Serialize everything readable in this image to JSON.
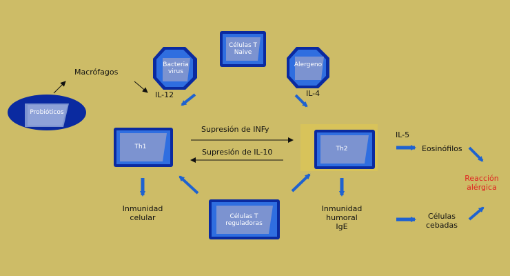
{
  "colors": {
    "background": "#cdbc67",
    "box_dark": "#0a2aa0",
    "box_mid": "#1f5fd8",
    "panel": "#7c93d0",
    "arrow": "#1e62d0",
    "highlight": "#d8c35a",
    "reaction": "#e02020"
  },
  "nodes": {
    "probioticos": "Probióticos",
    "bacteria": "Bacteria\nvirus",
    "celulas_naive": "Células T\nNaive",
    "alergeno": "Alergeno",
    "th1": "Th1",
    "th2": "Th2",
    "treg": "Células T\nreguladoras"
  },
  "labels": {
    "macrofagos": "Macrófagos",
    "il12": "IL-12",
    "il4": "IL-4",
    "il5": "IL-5",
    "supresion_infy": "Supresión de INFy",
    "supresion_il10": "Supresión de IL-10",
    "inmunidad_celular": "Inmunidad\ncelular",
    "inmunidad_humoral": "Inmunidad\nhumoral\nIgE",
    "eosinofilos": "Eosinófilos",
    "celulas_cebadas": "Células\ncebadas",
    "reaccion_alergica": "Reacción\nalérgica"
  }
}
